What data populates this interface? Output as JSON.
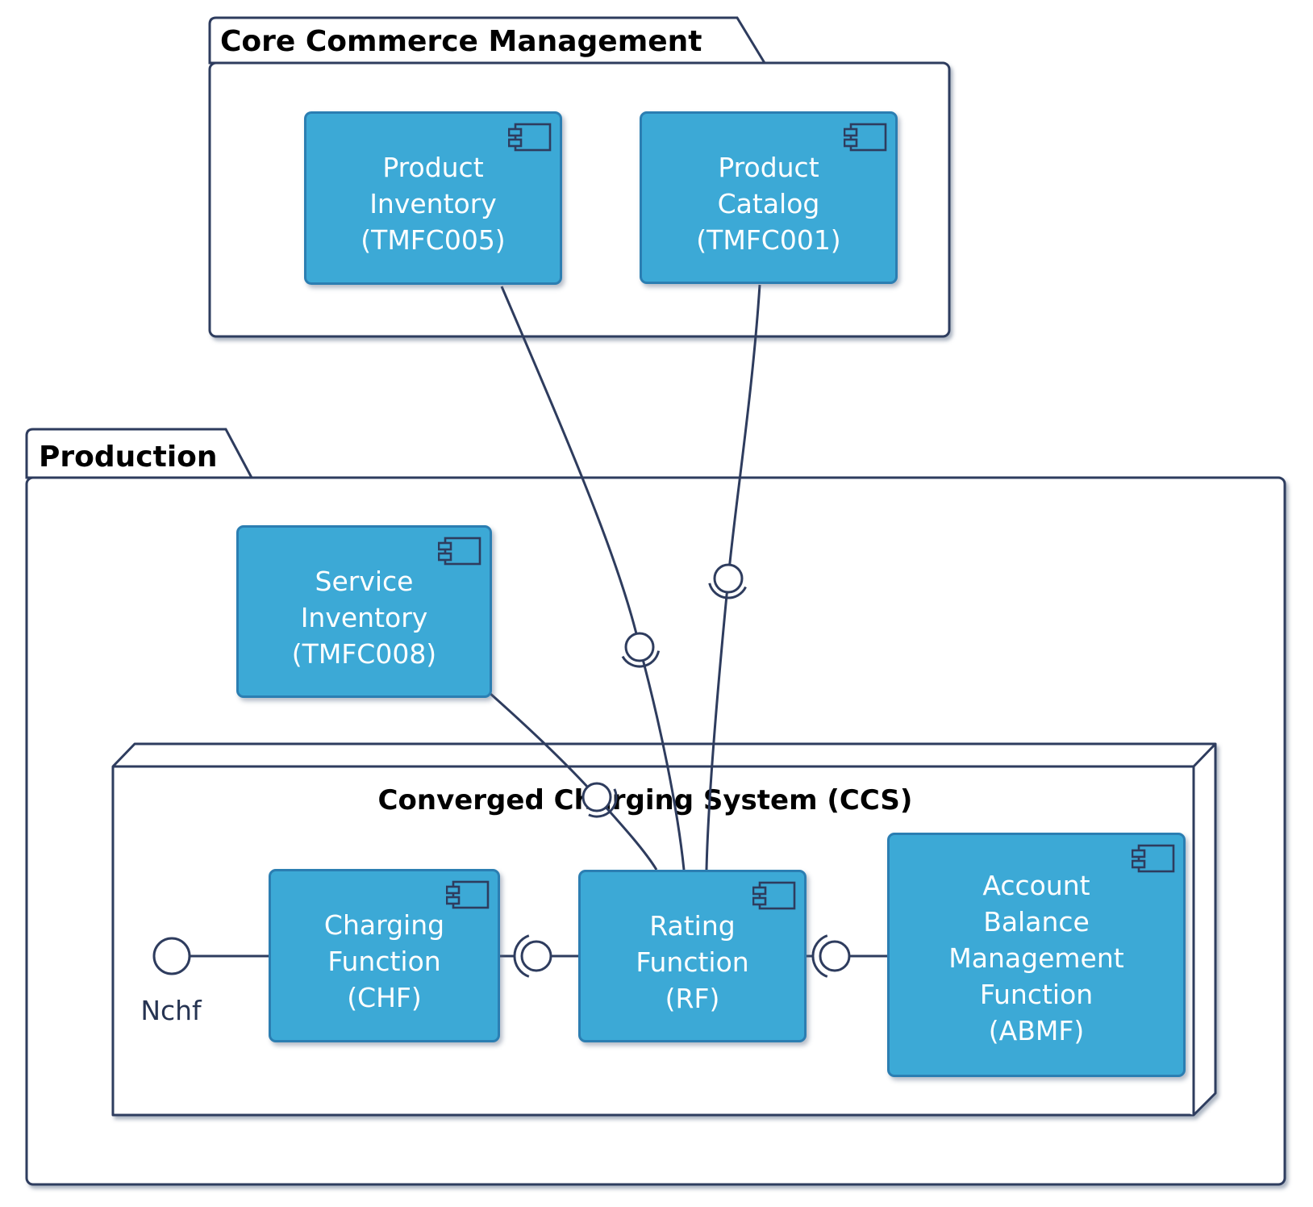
{
  "diagram": {
    "packages": [
      {
        "id": "core-commerce-management",
        "title": "Core Commerce Management"
      },
      {
        "id": "production",
        "title": "Production"
      }
    ],
    "node": {
      "id": "ccs",
      "title": "Converged Charging System (CCS)"
    },
    "components": [
      {
        "id": "product-inventory",
        "label": "Product\nInventory\n(TMFC005)",
        "parent": "Core Commerce Management"
      },
      {
        "id": "product-catalog",
        "label": "Product\nCatalog\n(TMFC001)",
        "parent": "Core Commerce Management"
      },
      {
        "id": "service-inventory",
        "label": "Service\nInventory\n(TMFC008)",
        "parent": "Production"
      },
      {
        "id": "charging-function",
        "label": "Charging\nFunction\n(CHF)",
        "parent": "Converged Charging System (CCS)"
      },
      {
        "id": "rating-function",
        "label": "Rating\nFunction\n(RF)",
        "parent": "Converged Charging System (CCS)"
      },
      {
        "id": "abmf",
        "label": "Account\nBalance\nManagement\nFunction\n(ABMF)",
        "parent": "Converged Charging System (CCS)"
      }
    ],
    "interfaces": [
      {
        "id": "nchf",
        "label": "Nchf"
      }
    ],
    "connections": [
      {
        "from": "Product Inventory (TMFC005)",
        "to": "Rating Function (RF)",
        "style": "ball-and-socket"
      },
      {
        "from": "Product Catalog (TMFC001)",
        "to": "Rating Function (RF)",
        "style": "ball-and-socket"
      },
      {
        "from": "Service Inventory (TMFC008)",
        "to": "Rating Function (RF)",
        "style": "ball-and-socket"
      },
      {
        "from": "Nchf",
        "to": "Charging Function (CHF)",
        "style": "lollipop"
      },
      {
        "from": "Charging Function (CHF)",
        "to": "Rating Function (RF)",
        "style": "ball-and-socket"
      },
      {
        "from": "Rating Function (RF)",
        "to": "Account Balance Management Function (ABMF)",
        "style": "ball-and-socket"
      }
    ],
    "colors": {
      "bg": "#ffffff",
      "line": "#2E3C5E",
      "comp-fill": "#3CA9D6",
      "comp-border": "#2B7EB2",
      "comp-text": "#FFFFFF",
      "title-text": "#000000",
      "iface-text": "#263452"
    }
  }
}
